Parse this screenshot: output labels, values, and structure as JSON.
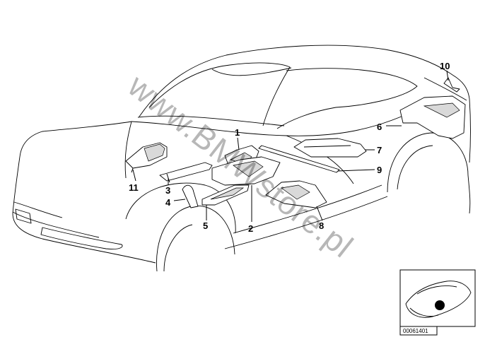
{
  "diagram": {
    "callouts": [
      {
        "id": "1",
        "label": "1"
      },
      {
        "id": "2",
        "label": "2"
      },
      {
        "id": "3",
        "label": "3"
      },
      {
        "id": "4",
        "label": "4"
      },
      {
        "id": "5",
        "label": "5"
      },
      {
        "id": "6",
        "label": "6"
      },
      {
        "id": "7",
        "label": "7"
      },
      {
        "id": "8",
        "label": "8"
      },
      {
        "id": "9",
        "label": "9"
      },
      {
        "id": "10",
        "label": "10"
      },
      {
        "id": "11",
        "label": "11"
      }
    ],
    "watermark": "www.BMWstore.pl",
    "reference_number": "00061401"
  }
}
